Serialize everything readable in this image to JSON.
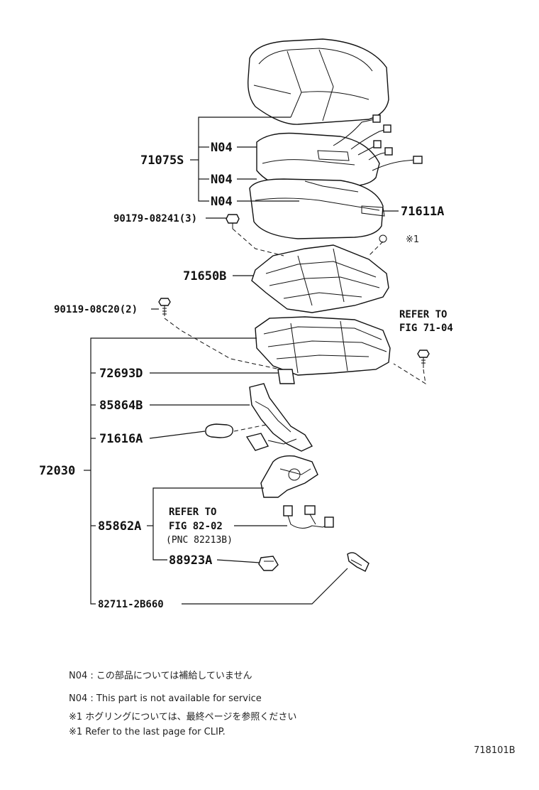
{
  "callouts": {
    "cushion_assy": "71075S",
    "n04_a": "N04",
    "n04_b": "N04",
    "n04_c": "N04",
    "cover": "71611A",
    "bolt_top": "90179-08241(3)",
    "clip_ref": "※1",
    "pad": "71650B",
    "bolt_mid": "90119-08C20(2)",
    "refer_side_1": "REFER TO",
    "refer_side_2": "FIG 71-04",
    "frame_assy": "72030",
    "adjuster": "72693D",
    "motor": "85864B",
    "cushion_small": "71616A",
    "switch": "85862A",
    "refer_82_1": "REFER TO",
    "refer_82_2": "FIG 82-02",
    "refer_82_3": "(PNC 82213B)",
    "clip": "88923A",
    "harness": "82711-2B660"
  },
  "notes": {
    "jp_1": "N04 : この部品については補給していません",
    "en_1": "N04 : This part is not available for service",
    "jp_2": "※1  ホグリングについては、最終ページを参照ください",
    "en_2": "※1  Refer to the last page for CLIP."
  },
  "figure_code": "718101B"
}
